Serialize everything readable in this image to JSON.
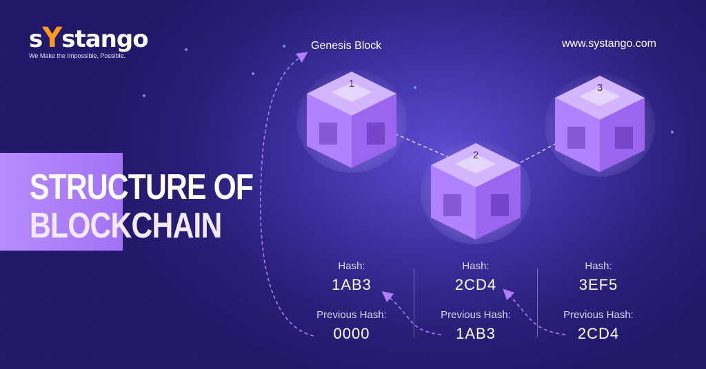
{
  "brand": {
    "logo_pre": "s",
    "logo_y": "Y",
    "logo_post": "stango",
    "tagline": "We Make the Impossible, Possible.",
    "website": "www.systango.com",
    "accent": "#ff9a1f"
  },
  "title": {
    "line1": "STRUCTURE OF",
    "line2": "BLOCKCHAIN"
  },
  "genesis_label": "Genesis Block",
  "blocks": [
    {
      "number": "1",
      "hash_label": "Hash:",
      "hash": "1AB3",
      "prev_label": "Previous Hash:",
      "prev_hash": "0000"
    },
    {
      "number": "2",
      "hash_label": "Hash:",
      "hash": "2CD4",
      "prev_label": "Previous Hash:",
      "prev_hash": "1AB3"
    },
    {
      "number": "3",
      "hash_label": "Hash:",
      "hash": "3EF5",
      "prev_label": "Previous Hash:",
      "prev_hash": "2CD4"
    }
  ],
  "colors": {
    "cube_top": "#d2b4ff",
    "cube_left": "#b082ff",
    "cube_right": "#9a66f0",
    "arrow": "#b07cff"
  }
}
